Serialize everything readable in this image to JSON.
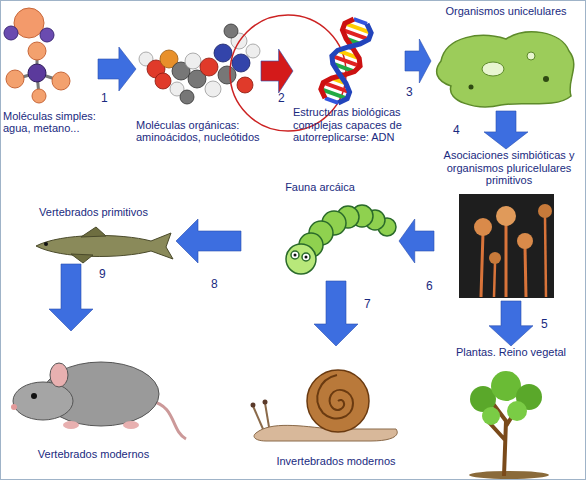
{
  "diagram": {
    "nodes": [
      {
        "text": [
          "Moléculas simples: agua, metano..."
        ]
      },
      {
        "text": [
          "Moléculas orgánicas: aminoácidos, nucleótidos"
        ]
      },
      {
        "text": [
          "Estructuras biológicas complejas capaces de autorreplicarse: ADN"
        ]
      },
      {
        "text": [
          "Organismos unicelulares"
        ]
      },
      {
        "text": [
          "Asociaciones simbióticas y organismos pluricelulares primitivos"
        ]
      },
      {
        "text": [
          "Plantas. Reino vegetal"
        ]
      },
      {
        "text": [
          "Fauna arcáica"
        ]
      },
      {
        "text": [
          "Invertebrados modernos"
        ]
      },
      {
        "text": [
          "Vertebrados primitivos"
        ]
      },
      {
        "text": [
          "Vertebrados modernos"
        ]
      }
    ],
    "edges": [
      {
        "from": 0,
        "to": 1,
        "label": "1",
        "arrow": "to"
      },
      {
        "from": 1,
        "to": 2,
        "label": "2",
        "arrow": "to"
      },
      {
        "from": 2,
        "to": 3,
        "label": "3",
        "arrow": "to"
      },
      {
        "from": 3,
        "to": 4,
        "label": "4",
        "arrow": "to"
      },
      {
        "from": 4,
        "to": 5,
        "label": "5",
        "arrow": "to"
      },
      {
        "from": 4,
        "to": 6,
        "label": "6",
        "arrow": "to"
      },
      {
        "from": 6,
        "to": 7,
        "label": "7",
        "arrow": "to"
      },
      {
        "from": 6,
        "to": 8,
        "label": "8",
        "arrow": "to"
      },
      {
        "from": 8,
        "to": 9,
        "label": "9",
        "arrow": "to"
      }
    ]
  }
}
